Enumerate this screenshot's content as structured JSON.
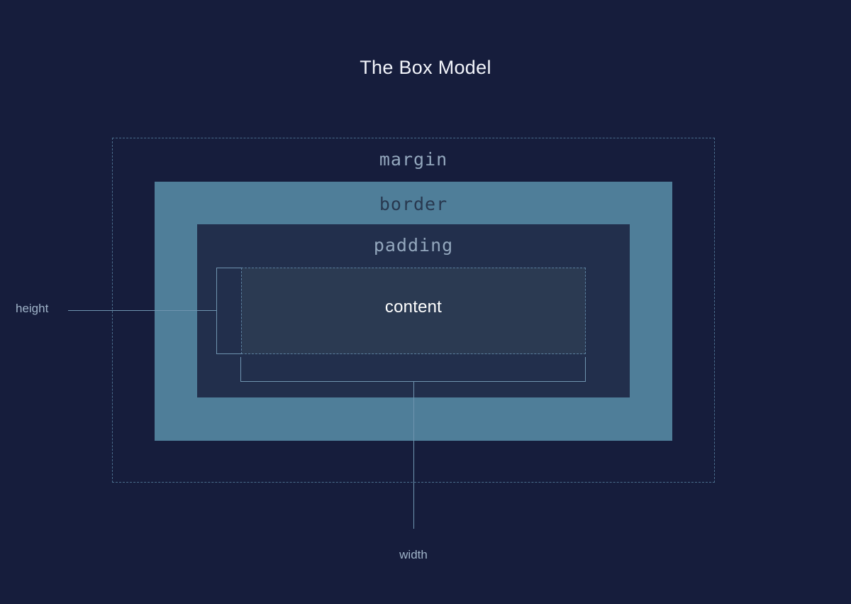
{
  "diagram": {
    "title": "The Box Model",
    "background_color": "#161d3c",
    "boxes": [
      {
        "name": "margin",
        "label": "margin",
        "fill": "transparent",
        "border_style": "dashed",
        "border_color": "#4a6d8c",
        "label_color": "#93a7bd",
        "label_font": "monospace"
      },
      {
        "name": "border",
        "label": "border",
        "fill": "#4f7e99",
        "border_style": "none",
        "label_color": "#28384f",
        "label_font": "monospace"
      },
      {
        "name": "padding",
        "label": "padding",
        "fill": "#222f4c",
        "border_style": "none",
        "label_color": "#93a7bd",
        "label_font": "monospace"
      },
      {
        "name": "content",
        "label": "content",
        "fill": "#2b3a52",
        "border_style": "dashed",
        "border_color": "#5b7f9e",
        "label_color": "#ffffff",
        "label_font": "sans-serif"
      }
    ],
    "measures": [
      {
        "name": "height",
        "label": "height",
        "orientation": "vertical",
        "label_color": "#9fb3c8",
        "guide_color": "#6f94b0"
      },
      {
        "name": "width",
        "label": "width",
        "orientation": "horizontal",
        "label_color": "#9fb3c8",
        "guide_color": "#6f94b0"
      }
    ]
  }
}
